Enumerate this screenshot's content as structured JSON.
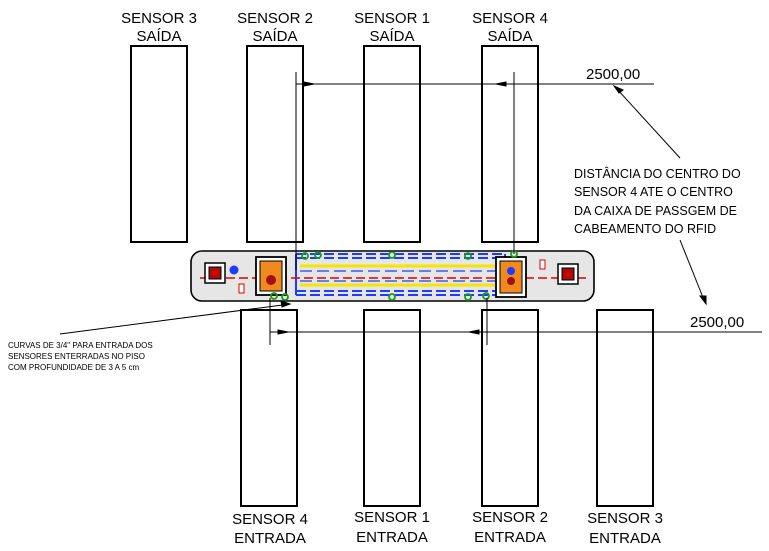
{
  "sensors_top": [
    {
      "name": "SENSOR 3",
      "sub": "SAÍDA"
    },
    {
      "name": "SENSOR 2",
      "sub": "SAÍDA"
    },
    {
      "name": "SENSOR 1",
      "sub": "SAÍDA"
    },
    {
      "name": "SENSOR 4",
      "sub": "SAÍDA"
    }
  ],
  "sensors_bottom": [
    {
      "name": "SENSOR 4",
      "sub": "ENTRADA"
    },
    {
      "name": "SENSOR 1",
      "sub": "ENTRADA"
    },
    {
      "name": "SENSOR 2",
      "sub": "ENTRADA"
    },
    {
      "name": "SENSOR 3",
      "sub": "ENTRADA"
    }
  ],
  "dimensions": {
    "top": "2500,00",
    "bottom": "2500,00"
  },
  "note_right": [
    "DISTÂNCIA DO CENTRO DO",
    "SENSOR 4 ATE O CENTRO",
    "DA CAIXA DE PASSGEM DE",
    "CABEAMENTO DO RFID"
  ],
  "note_left": [
    "CURVAS DE 3/4\" PARA ENTRADA DOS",
    "SENSORES ENTERRADAS NO PISO",
    "COM PROFUNDIDADE DE 3 A 5 cm"
  ],
  "colors": {
    "outline": "#000000",
    "conduit_blue": "#1e3cff",
    "cable_yellow": "#f5e600",
    "cable_red": "#e00000",
    "box_orange": "#f08a1e",
    "box_dark": "#a01010",
    "panel": "#e6e6e6",
    "fitting_green": "#1a9a1a"
  }
}
